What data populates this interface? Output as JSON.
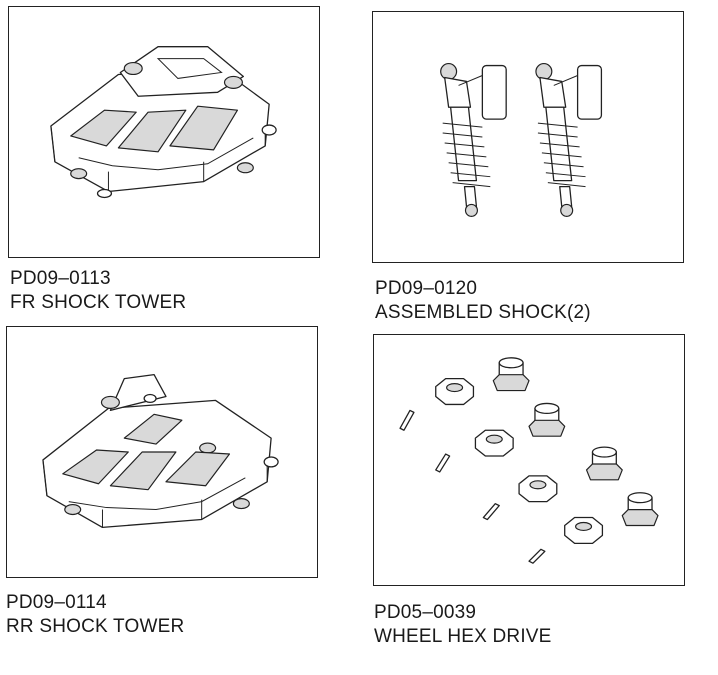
{
  "parts": [
    {
      "code": "PD09–0113",
      "name": "FR SHOCK TOWER",
      "image": "front-shock-tower"
    },
    {
      "code": "PD09–0120",
      "name": "ASSEMBLED SHOCK(2)",
      "image": "assembled-shocks"
    },
    {
      "code": "PD09–0114",
      "name": "RR SHOCK TOWER",
      "image": "rear-shock-tower"
    },
    {
      "code": "PD05–0039",
      "name": "WHEEL HEX DRIVE",
      "image": "wheel-hex-drives"
    }
  ]
}
